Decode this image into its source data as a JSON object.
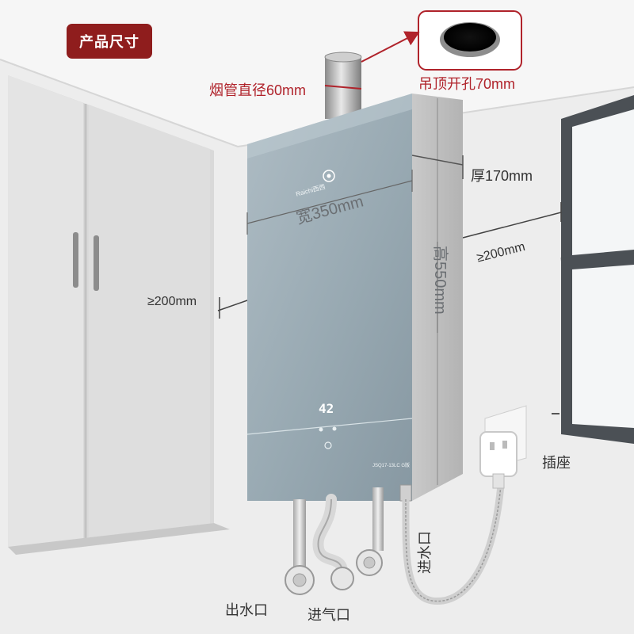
{
  "badge": {
    "label": "产品尺寸"
  },
  "labels": {
    "flue_diameter": "烟管直径60mm",
    "ceiling_hole": "吊顶开孔70mm",
    "thickness": "厚170mm",
    "width": "宽350mm",
    "height": "高550mm",
    "clearance_left": "≥200mm",
    "clearance_right": "≥200mm",
    "socket": "插座",
    "water_inlet": "进水口",
    "water_outlet": "出水口",
    "gas_inlet": "进气口"
  },
  "heater": {
    "brand": "Raichi西西",
    "display_value": "42",
    "model_text": "JSQ17-13LC G版"
  },
  "colors": {
    "badge": "#8f1d1d",
    "accent_red": "#b0232b",
    "glass_panel": "#9aabb4"
  }
}
